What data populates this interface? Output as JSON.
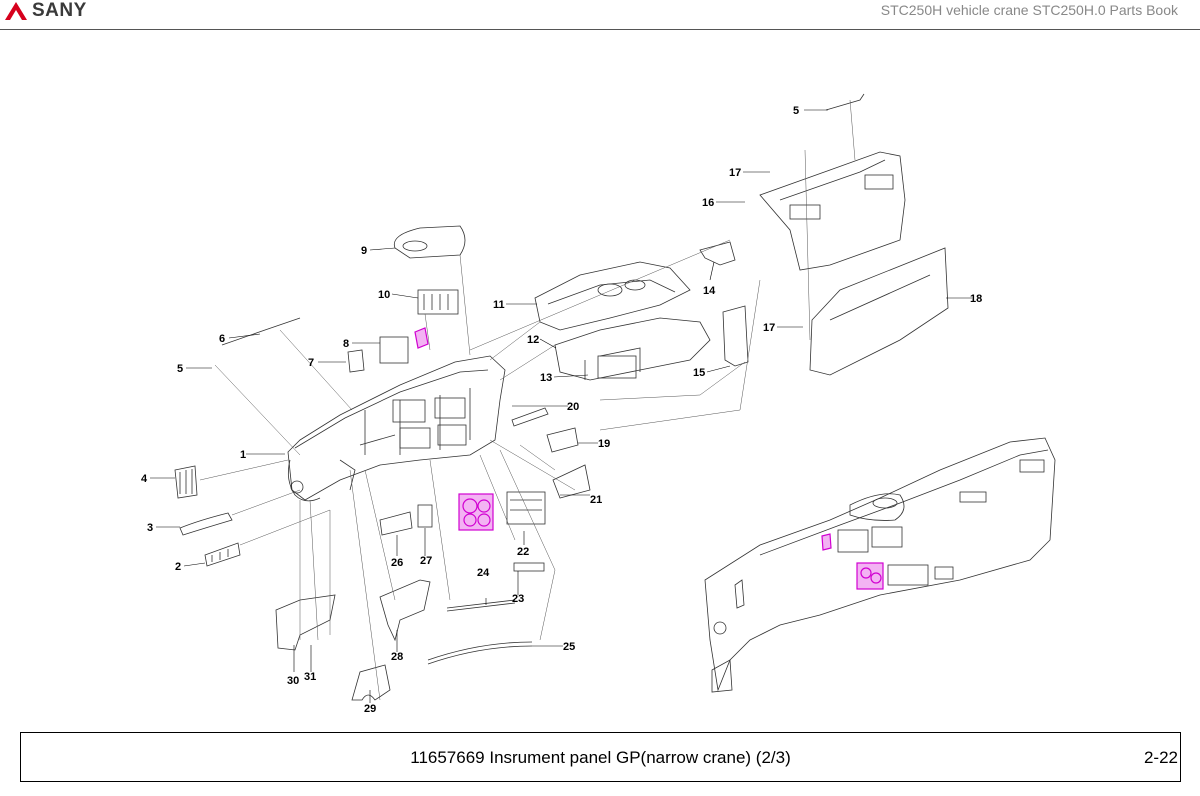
{
  "header": {
    "brand": "SANY",
    "book_title": "STC250H vehicle crane STC250H.0 Parts Book"
  },
  "callouts": [
    "1",
    "2",
    "3",
    "4",
    "5",
    "5",
    "6",
    "7",
    "8",
    "9",
    "10",
    "11",
    "12",
    "13",
    "14",
    "15",
    "16",
    "17",
    "17",
    "18",
    "19",
    "20",
    "21",
    "22",
    "23",
    "24",
    "25",
    "26",
    "27",
    "28",
    "29",
    "30",
    "31"
  ],
  "footer": {
    "title": "11657669 Insrument panel GP(narrow crane) (2/3)",
    "page": "2-22"
  },
  "colors": {
    "brand_red": "#d6001c",
    "highlight_magenta": "#d100d1",
    "line": "#333333"
  }
}
